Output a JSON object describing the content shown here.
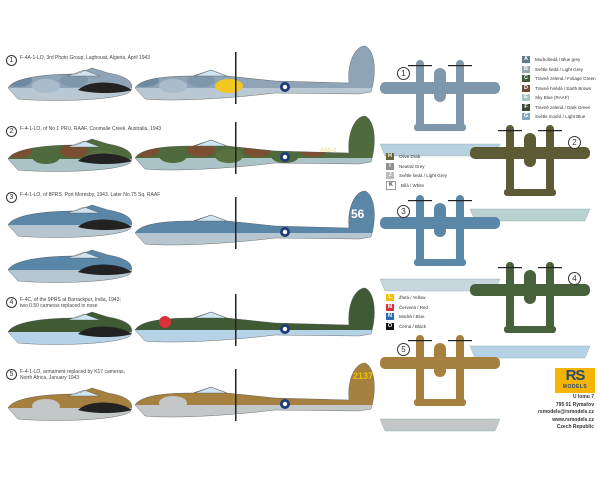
{
  "schemes": [
    {
      "number": "1",
      "caption": "F-4A-1-LO, 3rd Photo Group, Laghouat, Algeria, April 1943"
    },
    {
      "number": "2",
      "caption": "F-4-1-LO, of No 1 PRU, RAAF, Coomalie Creek, Australia, 1943"
    },
    {
      "number": "3",
      "caption": "F-4-1-LO, of 8PRS, Port Moresby, 1943. Later No.75 Sq. RAAF"
    },
    {
      "number": "4",
      "caption": "F-4C, of the 9PRS at Barrackpur, India, 1943;",
      "caption2": "two 0.50 cameras replaced in nose"
    },
    {
      "number": "5",
      "caption": "F-4-1-LO, armament replaced by K17 cameras,",
      "caption2": "North Africa, January 1943"
    }
  ],
  "markings": {
    "scheme2_code": "A55-2",
    "scheme3_code": "56",
    "scheme5_code": "2137"
  },
  "legend_main": [
    {
      "code": "A",
      "label": "Modrošedá / Blue grey",
      "color": "#5b7a8c"
    },
    {
      "code": "B",
      "label": "Světle šedá / Light Grey",
      "color": "#9aa6ad"
    },
    {
      "code": "C",
      "label": "Travně zelená / Foliage Green",
      "color": "#3e5a3a"
    },
    {
      "code": "D",
      "label": "Travně hnědá / Earth Brown",
      "color": "#6d4a30"
    },
    {
      "code": "E",
      "label": "Sky Blue (RAAF)",
      "color": "#a9c3c6"
    },
    {
      "code": "F",
      "label": "Travně zelená / Dark Green",
      "color": "#3b4b31"
    },
    {
      "code": "G",
      "label": "Světle modrá / Light Blue",
      "color": "#7fa8c8"
    }
  ],
  "legend_mid": [
    {
      "code": "H",
      "label": "Olive Drab",
      "color": "#6b6438"
    },
    {
      "code": "I",
      "label": "Neutral Grey",
      "color": "#8e9296"
    },
    {
      "code": "J",
      "label": "Světle šedá / Light Grey",
      "color": "#b8bcbe"
    },
    {
      "code": "K",
      "label": "Bílá / White",
      "color": "#ffffff"
    }
  ],
  "legend_low": [
    {
      "code": "L",
      "label": "Žlutá / Yellow",
      "color": "#f2c200"
    },
    {
      "code": "M",
      "label": "Červená / Red",
      "color": "#d8323a"
    },
    {
      "code": "N",
      "label": "Modrá / Blue",
      "color": "#2f6fb0"
    },
    {
      "code": "O",
      "label": "Černá / Black",
      "color": "#111111"
    }
  ],
  "brand": {
    "logo_top": "RS",
    "logo_bottom": "MODELS"
  },
  "address": [
    "U lomu 7",
    "795 01 Rýmařov",
    "rsmodels@rsmodels.cz",
    "www.rsmodels.cz",
    "Czech Republic"
  ]
}
